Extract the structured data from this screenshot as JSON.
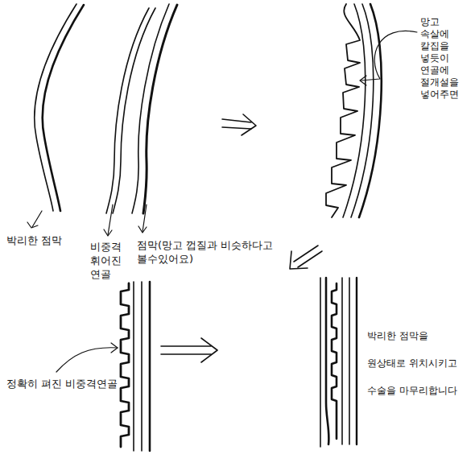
{
  "diagram": {
    "labels": [
      "박리한 점막",
      "비중격 휘어진 연골",
      "점막(망고 껍질과 비슷하다고 볼수있어요)",
      "망고 속살에 칼집을 넣듯이 연골에 절개설을 넣어주면",
      "정확히 펴진 비중격연골",
      "박리한 점막을 원상태로 위치시키고 수술을 마무리합니다"
    ]
  }
}
